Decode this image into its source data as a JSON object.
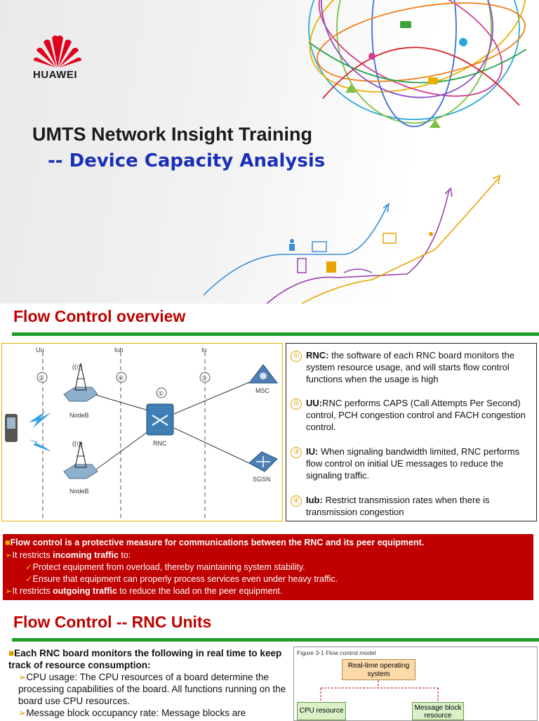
{
  "slide1": {
    "brand": "HUAWEI",
    "title_line1": "UMTS Network Insight Training",
    "title_line2": "-- Device Capacity  Analysis"
  },
  "slide2": {
    "title": "Flow Control overview",
    "diagram": {
      "interfaces": [
        "Uu",
        "Iub",
        "Iu"
      ],
      "markers": [
        "②",
        "④",
        "①",
        "③"
      ],
      "nodes": [
        "NodeB",
        "NodeB",
        "RNC",
        "MSC",
        "SGSN"
      ]
    },
    "notes": [
      {
        "num": "①",
        "term": "RNC:",
        "text": " the software of each RNC board monitors the system resource usage, and will starts flow control functions when the usage is high"
      },
      {
        "num": "②",
        "term": "UU:",
        "text": "RNC performs CAPS (Call Attempts Per Second) control, PCH congestion control and FACH congestion control."
      },
      {
        "num": "③",
        "term": "IU:",
        "text": " When signaling bandwidth limited, RNC performs flow control on initial UE messages to reduce the signaling traffic."
      },
      {
        "num": "④",
        "term": "Iub:",
        "text": " Restrict transmission rates when there is transmission congestion"
      }
    ],
    "red_box": {
      "line1": "Flow control is a protective measure for communications between the RNC and its peer equipment.",
      "line2_pre": "It restricts ",
      "line2_bold": "incoming traffic",
      "line2_post": " to:",
      "line3": "Protect equipment from overload, thereby maintaining system stability.",
      "line4": "Ensure that equipment can properly process services even under heavy traffic.",
      "line5_pre": "It restricts ",
      "line5_bold": "outgoing traffic",
      "line5_post": " to reduce the load on the peer equipment."
    }
  },
  "slide3": {
    "title": "Flow Control -- RNC Units",
    "bullet1": "Each RNC board monitors the following in real time to keep track of resource consumption:",
    "sub1": "CPU usage: The CPU resources of a board determine the processing capabilities of the board. All functions running on the board use CPU resources.",
    "sub2": "Message block occupancy rate: Message blocks are",
    "figure": {
      "caption": "Figure 3-1 Flow control model",
      "top_box": "Real-time operating system",
      "left_box": "CPU resource",
      "right_box": "Message block resource"
    }
  }
}
